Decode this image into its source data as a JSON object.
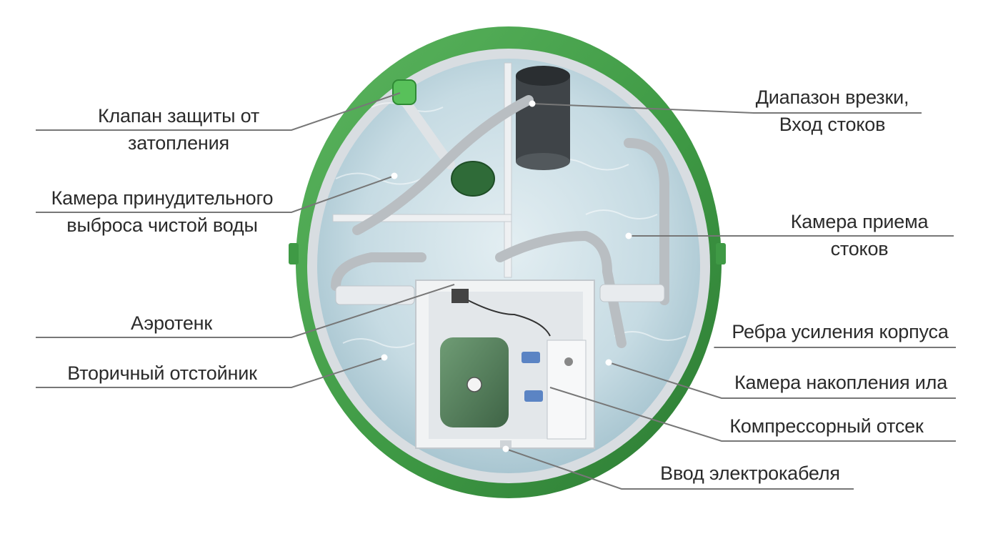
{
  "labels": {
    "flood_valve": [
      "Клапан защиты от",
      "затопления"
    ],
    "forced_discharge_chamber": [
      "Камера принудительного",
      "выброса чистой воды"
    ],
    "aerotank": [
      "Аэротенк"
    ],
    "secondary_clarifier": [
      "Вторичный отстойник"
    ],
    "inlet_range": [
      "Диапазон врезки,",
      "Вход стоков"
    ],
    "receiving_chamber": [
      "Камера приема",
      "стоков"
    ],
    "reinforcement_ribs": [
      "Ребра усиления корпуса"
    ],
    "sludge_chamber": [
      "Камера накопления ила"
    ],
    "compressor_compartment": [
      "Компрессорный отсек"
    ],
    "power_cable_entry": [
      "Ввод электрокабеля"
    ]
  },
  "colors": {
    "shell_green": "#3f9a45",
    "shell_green_dark": "#2c7a33",
    "water": "#c9dee6",
    "wall": "#e9ecef",
    "leader_line": "#777777",
    "text": "#2b2b2b",
    "compressor": "#4f7a56",
    "pipe": "#b9bec2"
  }
}
